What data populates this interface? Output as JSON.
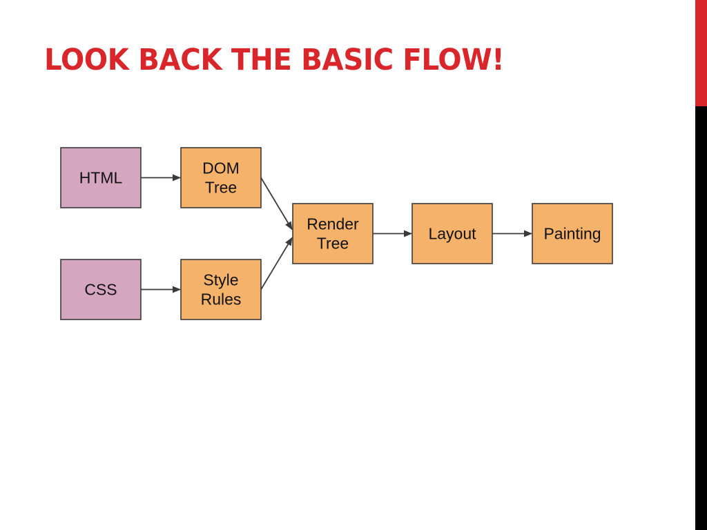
{
  "title": "LOOK BACK THE BASIC FLOW!",
  "colors": {
    "title": "#d9262b",
    "accent_bar_top": "#d9262b",
    "accent_bar_bottom": "#000000",
    "input_node_fill": "#d5a6c0",
    "process_node_fill": "#f5b26b",
    "border": "#3a3a3a"
  },
  "nodes": [
    {
      "id": "html",
      "kind": "input",
      "lines": [
        "HTML"
      ]
    },
    {
      "id": "css",
      "kind": "input",
      "lines": [
        "CSS"
      ]
    },
    {
      "id": "dom-tree",
      "kind": "process",
      "lines": [
        "DOM",
        "Tree"
      ]
    },
    {
      "id": "style-rules",
      "kind": "process",
      "lines": [
        "Style",
        "Rules"
      ]
    },
    {
      "id": "render-tree",
      "kind": "process",
      "lines": [
        "Render",
        "Tree"
      ]
    },
    {
      "id": "layout",
      "kind": "process",
      "lines": [
        "Layout"
      ]
    },
    {
      "id": "painting",
      "kind": "process",
      "lines": [
        "Painting"
      ]
    }
  ],
  "edges": [
    {
      "from": "html",
      "to": "dom-tree"
    },
    {
      "from": "css",
      "to": "style-rules"
    },
    {
      "from": "dom-tree",
      "to": "render-tree"
    },
    {
      "from": "style-rules",
      "to": "render-tree"
    },
    {
      "from": "render-tree",
      "to": "layout"
    },
    {
      "from": "layout",
      "to": "painting"
    }
  ]
}
